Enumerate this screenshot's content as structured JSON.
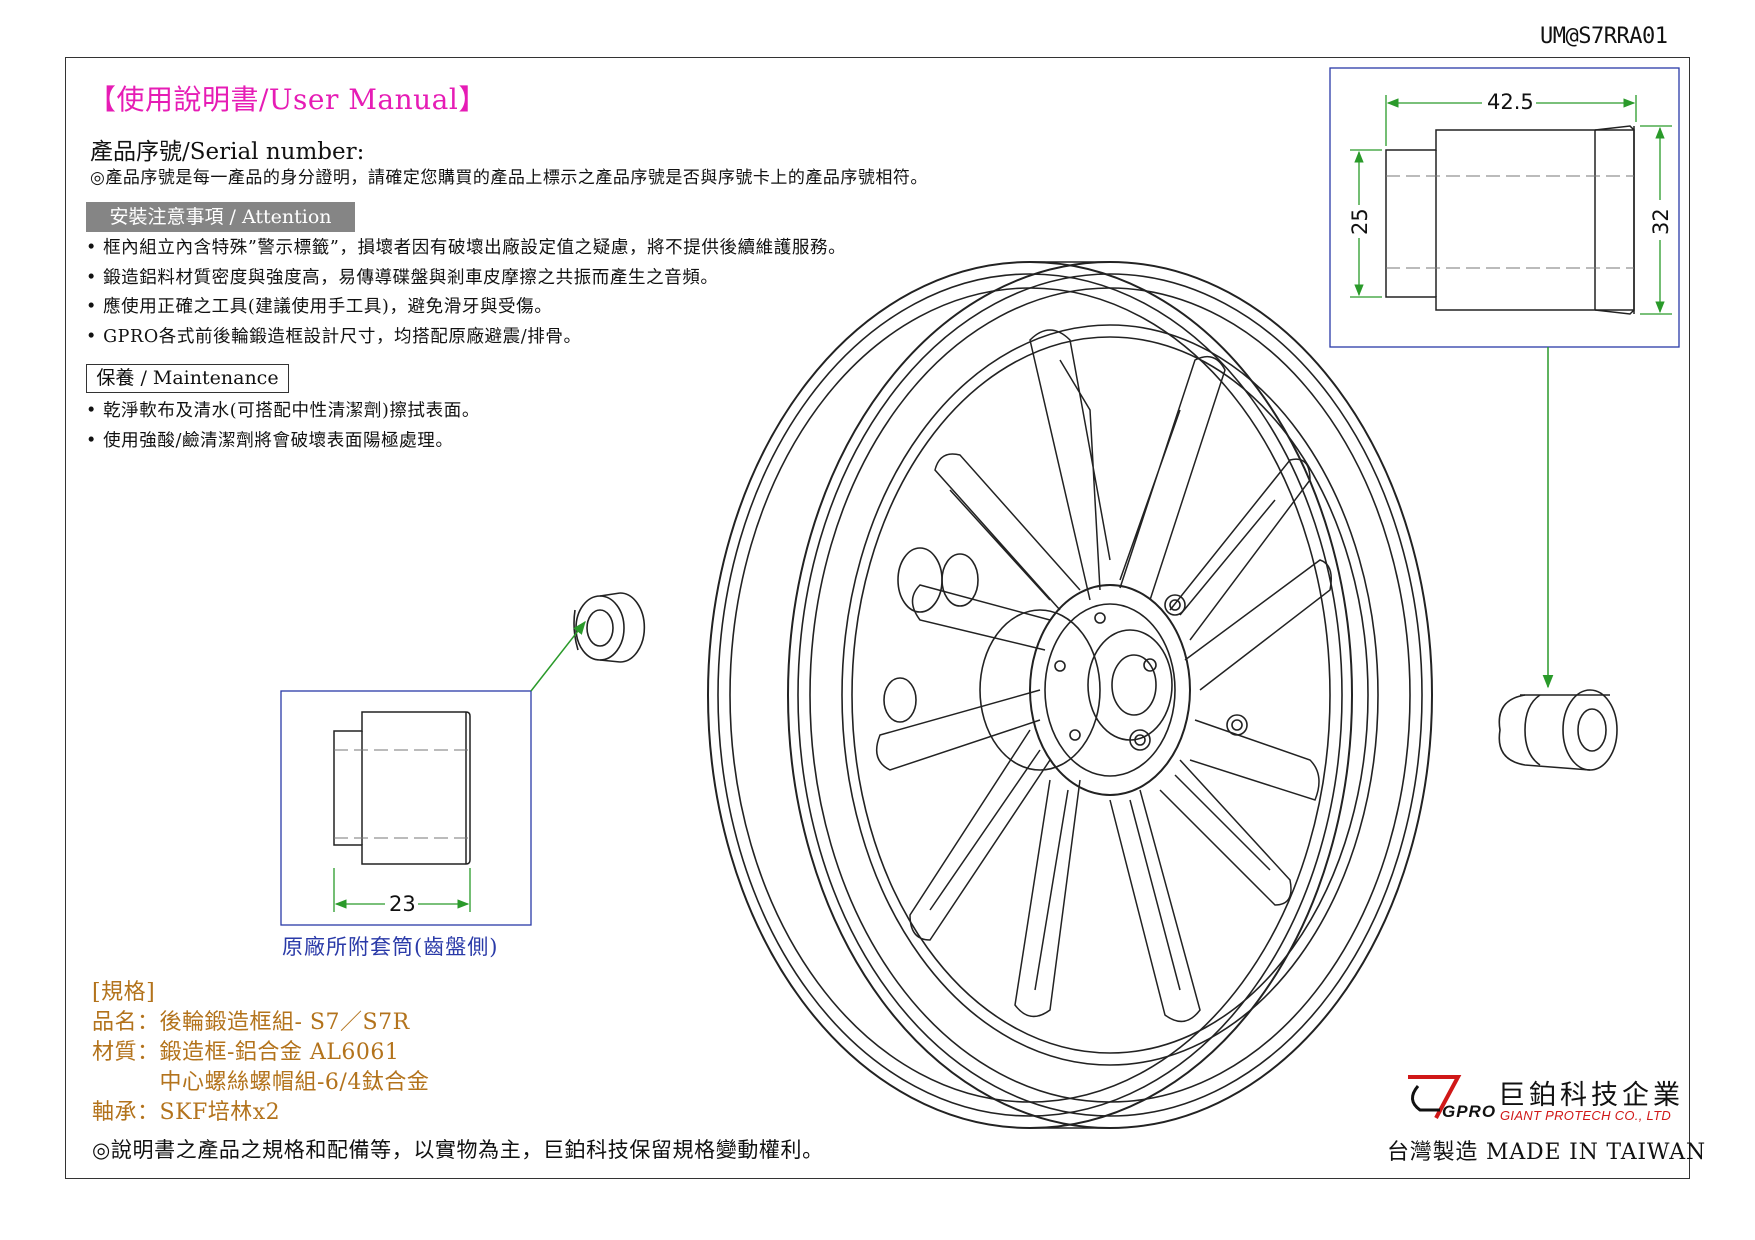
{
  "doc_code": "UM@S7RRA01",
  "title": "【使用說明書/User Manual】",
  "serial": {
    "label": "產品序號/Serial number:",
    "note": "◎產品序號是每一產品的身分證明，請確定您購買的產品上標示之產品序號是否與序號卡上的產品序號相符。"
  },
  "attention": {
    "heading": "安裝注意事項 / Attention",
    "items": [
      "• 框內組立內含特殊”警示標籤”，損壞者因有破壞出廠設定值之疑慮，將不提供後續維護服務。",
      "• 鍛造鋁料材質密度與強度高，易傳導碟盤與剎車皮摩擦之共振而產生之音頻。",
      "• 應使用正確之工具(建議使用手工具)，避免滑牙與受傷。",
      "• GPRO各式前後輪鍛造框設計尺寸，均搭配原廠避震/排骨。"
    ]
  },
  "maintenance": {
    "heading": "保養 / Maintenance",
    "items": [
      "• 乾淨軟布及清水(可搭配中性清潔劑)擦拭表面。",
      "• 使用強酸/鹼清潔劑將會破壞表面陽極處理。"
    ]
  },
  "diagram": {
    "bush_caption": "原廠所附套筒(齒盤側)",
    "dim_small_width": "23",
    "dim_large_width": "42.5",
    "dim_large_inner": "25",
    "dim_large_outer": "32",
    "accent_color": "#2a9a2a",
    "box_color": "#2a3aa8"
  },
  "spec": {
    "heading": "[規格]",
    "rows": [
      "品名：後輪鍛造框組- S7／S7R",
      "材質：鍛造框-鋁合金 AL6061",
      "　　　中心螺絲螺帽組-6/4鈦合金",
      "軸承：SKF培林x2"
    ]
  },
  "disclaimer": "◎說明書之產品之規格和配備等，以實物為主，巨鉑科技保留規格變動權利。",
  "company": {
    "logo_text": "GPRO",
    "name_cn": "巨鉑科技企業",
    "name_en": "GIANT PROTECH CO., LTD",
    "made_in": "台灣製造 MADE IN TAIWAN"
  }
}
